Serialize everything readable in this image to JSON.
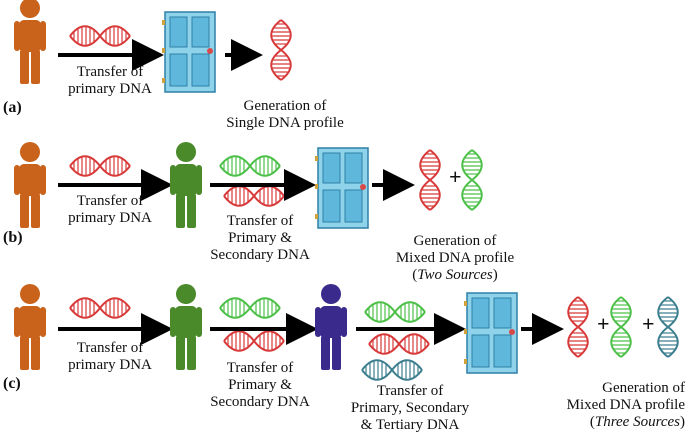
{
  "colors": {
    "person_orange": "#c9621a",
    "person_green": "#4a8a2a",
    "person_purple": "#3a2a8c",
    "dna_red": "#d83a3a",
    "dna_green": "#4cc048",
    "dna_teal": "#3d7f8f",
    "door_blue": "#8fd3ea",
    "arrow": "#000000"
  },
  "rows": {
    "a": {
      "label": "(a)",
      "transfer1": [
        "Transfer of",
        "primary DNA"
      ],
      "result": [
        "Generation of",
        "Single DNA profile"
      ]
    },
    "b": {
      "label": "(b)",
      "transfer1": [
        "Transfer of",
        "primary DNA"
      ],
      "transfer2": [
        "Transfer of",
        "Primary &",
        "Secondary DNA"
      ],
      "result": [
        "Generation of",
        "Mixed DNA profile"
      ],
      "result_paren_open": "(",
      "result_italic": "Two Sources",
      "result_paren_close": ")",
      "plus": "+"
    },
    "c": {
      "label": "(c)",
      "transfer1": [
        "Transfer of",
        "primary DNA"
      ],
      "transfer2": [
        "Transfer of",
        "Primary &",
        "Secondary DNA"
      ],
      "transfer3": [
        "Transfer of",
        "Primary, Secondary",
        "& Tertiary DNA"
      ],
      "result": [
        "Generation of",
        "Mixed DNA profile"
      ],
      "result_paren_open": "(",
      "result_italic": "Three Sources",
      "result_paren_close": ")",
      "plus1": "+",
      "plus2": "+"
    }
  }
}
